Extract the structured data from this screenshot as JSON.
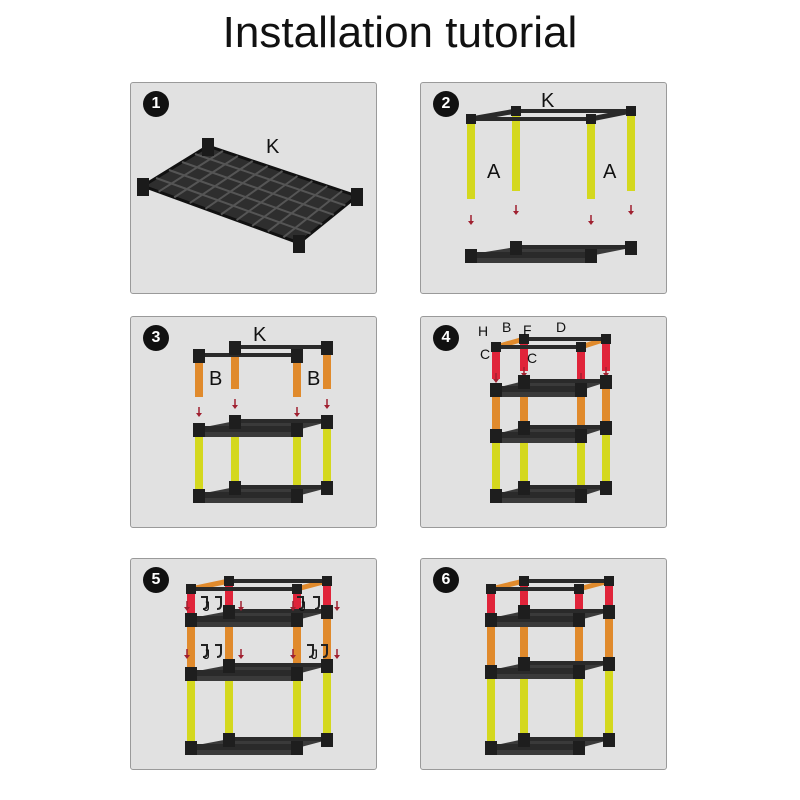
{
  "title": "Installation tutorial",
  "panels": [
    {
      "number": "1",
      "labels": [
        "K"
      ]
    },
    {
      "number": "2",
      "labels": [
        "K",
        "A",
        "A"
      ]
    },
    {
      "number": "3",
      "labels": [
        "K",
        "B",
        "B"
      ]
    },
    {
      "number": "4",
      "labels": [
        "H",
        "B",
        "F",
        "D",
        "C",
        "C"
      ]
    },
    {
      "number": "5",
      "labels": [
        "J",
        "J",
        "J",
        "J"
      ]
    },
    {
      "number": "6",
      "labels": []
    }
  ],
  "colors": {
    "panel_bg": "#e1e1e1",
    "frame": "#2a2a2a",
    "tube_a": "#d4d81e",
    "tube_b": "#e08a2c",
    "tube_c": "#e0243a"
  }
}
